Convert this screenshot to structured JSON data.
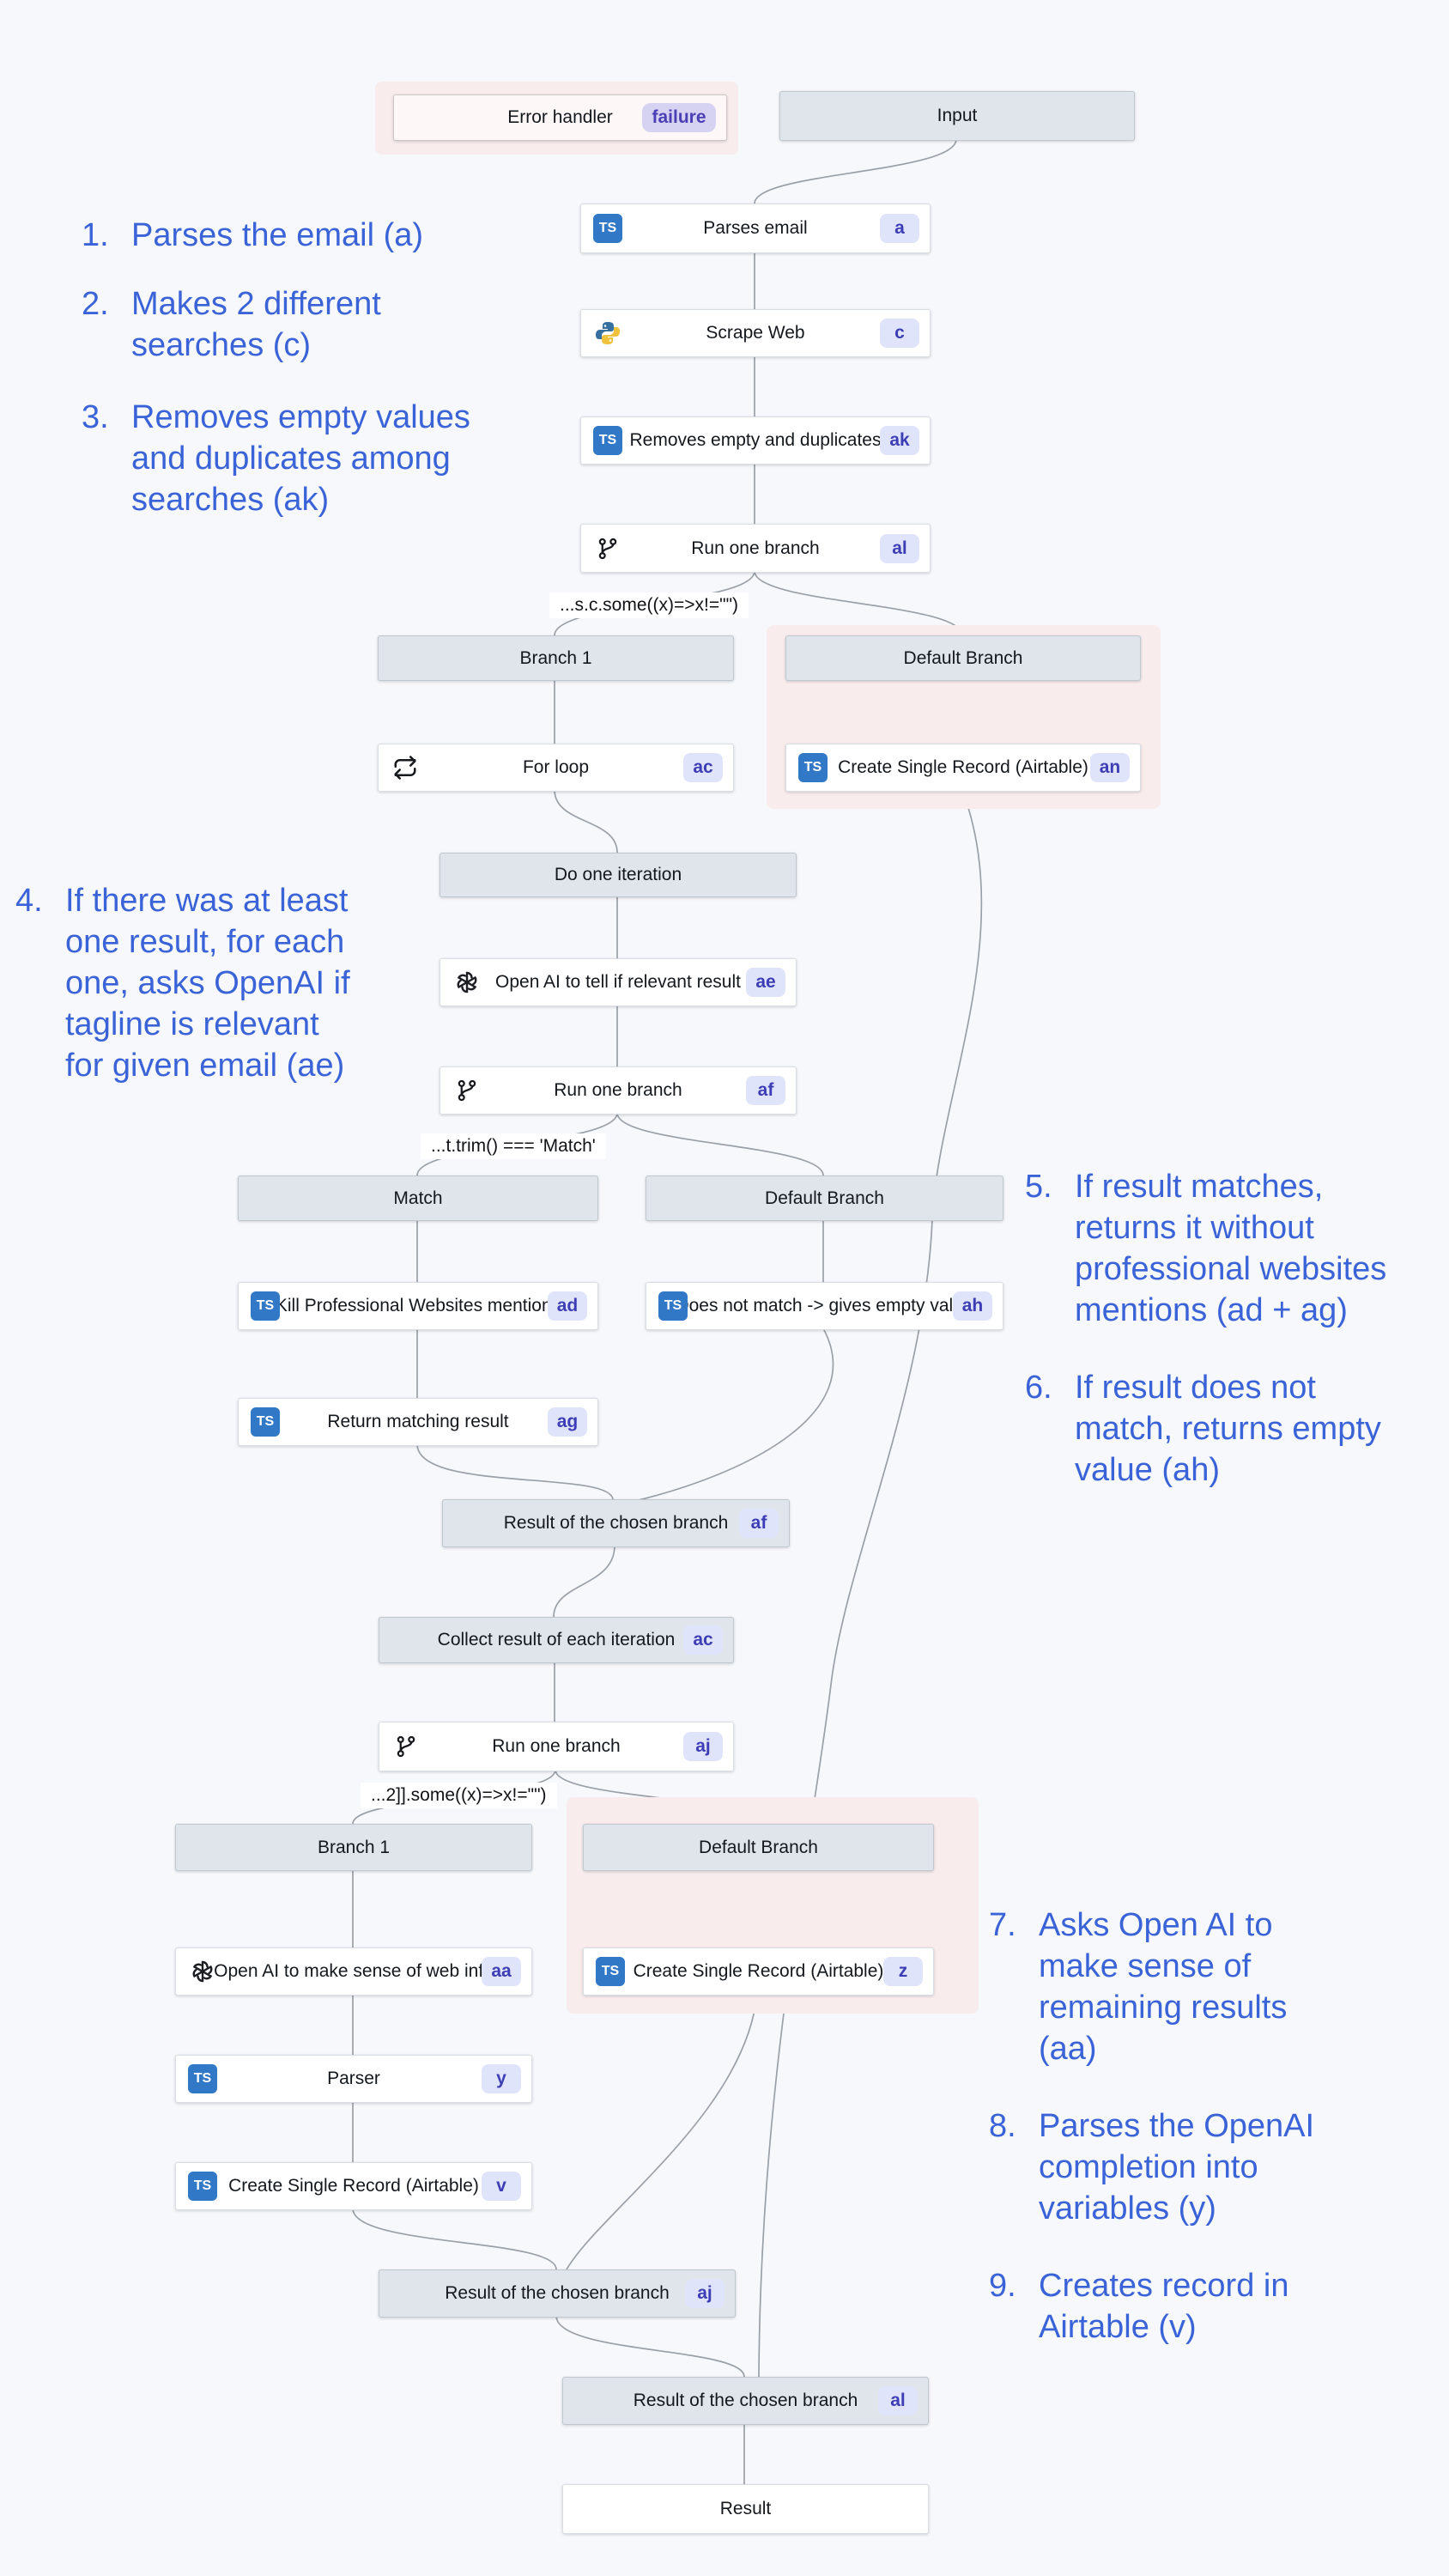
{
  "colors": {
    "background": "#f7f8fb",
    "node_gray": "#dfe5eb",
    "node_white": "#ffffff",
    "pink_container": "#f8ecec",
    "badge_bg": "#e0e4fb",
    "badge_text": "#3d3db5",
    "typescript_blue": "#3178c6",
    "annotation_blue": "#3a63d8",
    "wire_gray": "#9aa0a8"
  },
  "icons": {
    "ts_label": "TS"
  },
  "nodes": {
    "error_handler": {
      "label": "Error handler",
      "badge": "failure"
    },
    "input": {
      "label": "Input"
    },
    "parses_email": {
      "label": "Parses email",
      "badge": "a"
    },
    "scrape_web": {
      "label": "Scrape Web",
      "badge": "c"
    },
    "removes_empty": {
      "label": "Removes empty and duplicates",
      "badge": "ak"
    },
    "run_one_branch_al": {
      "label": "Run one branch",
      "badge": "al"
    },
    "branch1_a": {
      "label": "Branch 1"
    },
    "default_branch_a": {
      "label": "Default Branch"
    },
    "for_loop": {
      "label": "For loop",
      "badge": "ac"
    },
    "create_record_an": {
      "label": "Create Single Record (Airtable)",
      "badge": "an"
    },
    "do_one_iteration": {
      "label": "Do one iteration"
    },
    "openai_ae": {
      "label": "Open AI to tell if relevant result",
      "badge": "ae"
    },
    "run_one_branch_af": {
      "label": "Run one branch",
      "badge": "af"
    },
    "match_header": {
      "label": "Match"
    },
    "default_branch_b": {
      "label": "Default Branch"
    },
    "kill_ad": {
      "label": "Kill Professional Websites mentions",
      "badge": "ad"
    },
    "does_not_match_ah": {
      "label": "Does not match -> gives empty value",
      "badge": "ah"
    },
    "return_ag": {
      "label": "Return matching result",
      "badge": "ag"
    },
    "result_af": {
      "label": "Result of the chosen branch",
      "badge": "af"
    },
    "collect_ac": {
      "label": "Collect result of each iteration",
      "badge": "ac"
    },
    "run_one_branch_aj": {
      "label": "Run one branch",
      "badge": "aj"
    },
    "branch1_b": {
      "label": "Branch 1"
    },
    "default_branch_c": {
      "label": "Default Branch"
    },
    "openai_aa": {
      "label": "Open AI to make sense of web info",
      "badge": "aa"
    },
    "create_record_z": {
      "label": "Create Single Record (Airtable)",
      "badge": "z"
    },
    "parser_y": {
      "label": "Parser",
      "badge": "y"
    },
    "create_record_v": {
      "label": "Create Single Record (Airtable)",
      "badge": "v"
    },
    "result_aj": {
      "label": "Result of the chosen branch",
      "badge": "aj"
    },
    "result_al": {
      "label": "Result of the chosen branch",
      "badge": "al"
    },
    "result": {
      "label": "Result"
    }
  },
  "conditions": {
    "c1": "...s.c.some((x)=>x!=\"\")",
    "c2": "...t.trim() === 'Match'",
    "c3": "...2]].some((x)=>x!=\"\")"
  },
  "annotations": [
    {
      "num": "1.",
      "lines": [
        "Parses the email (a)"
      ]
    },
    {
      "num": "2.",
      "lines": [
        "Makes 2 different",
        "searches (c)"
      ]
    },
    {
      "num": "3.",
      "lines": [
        "Removes empty values",
        "and duplicates among",
        "searches (ak)"
      ]
    },
    {
      "num": "4.",
      "lines": [
        "If there was at least",
        "one result, for each",
        "one, asks OpenAI if",
        "tagline is relevant",
        "for given email (ae)"
      ]
    },
    {
      "num": "5.",
      "lines": [
        "If result matches,",
        "returns it without",
        "professional websites",
        "mentions (ad + ag)"
      ]
    },
    {
      "num": "6.",
      "lines": [
        "If result does not",
        "match, returns empty",
        "value (ah)"
      ]
    },
    {
      "num": "7.",
      "lines": [
        "Asks Open AI to",
        "make sense of",
        "remaining results",
        "(aa)"
      ]
    },
    {
      "num": "8.",
      "lines": [
        "Parses the OpenAI",
        "completion into",
        "variables (y)"
      ]
    },
    {
      "num": "9.",
      "lines": [
        "Creates record in",
        "Airtable (v)"
      ]
    }
  ]
}
